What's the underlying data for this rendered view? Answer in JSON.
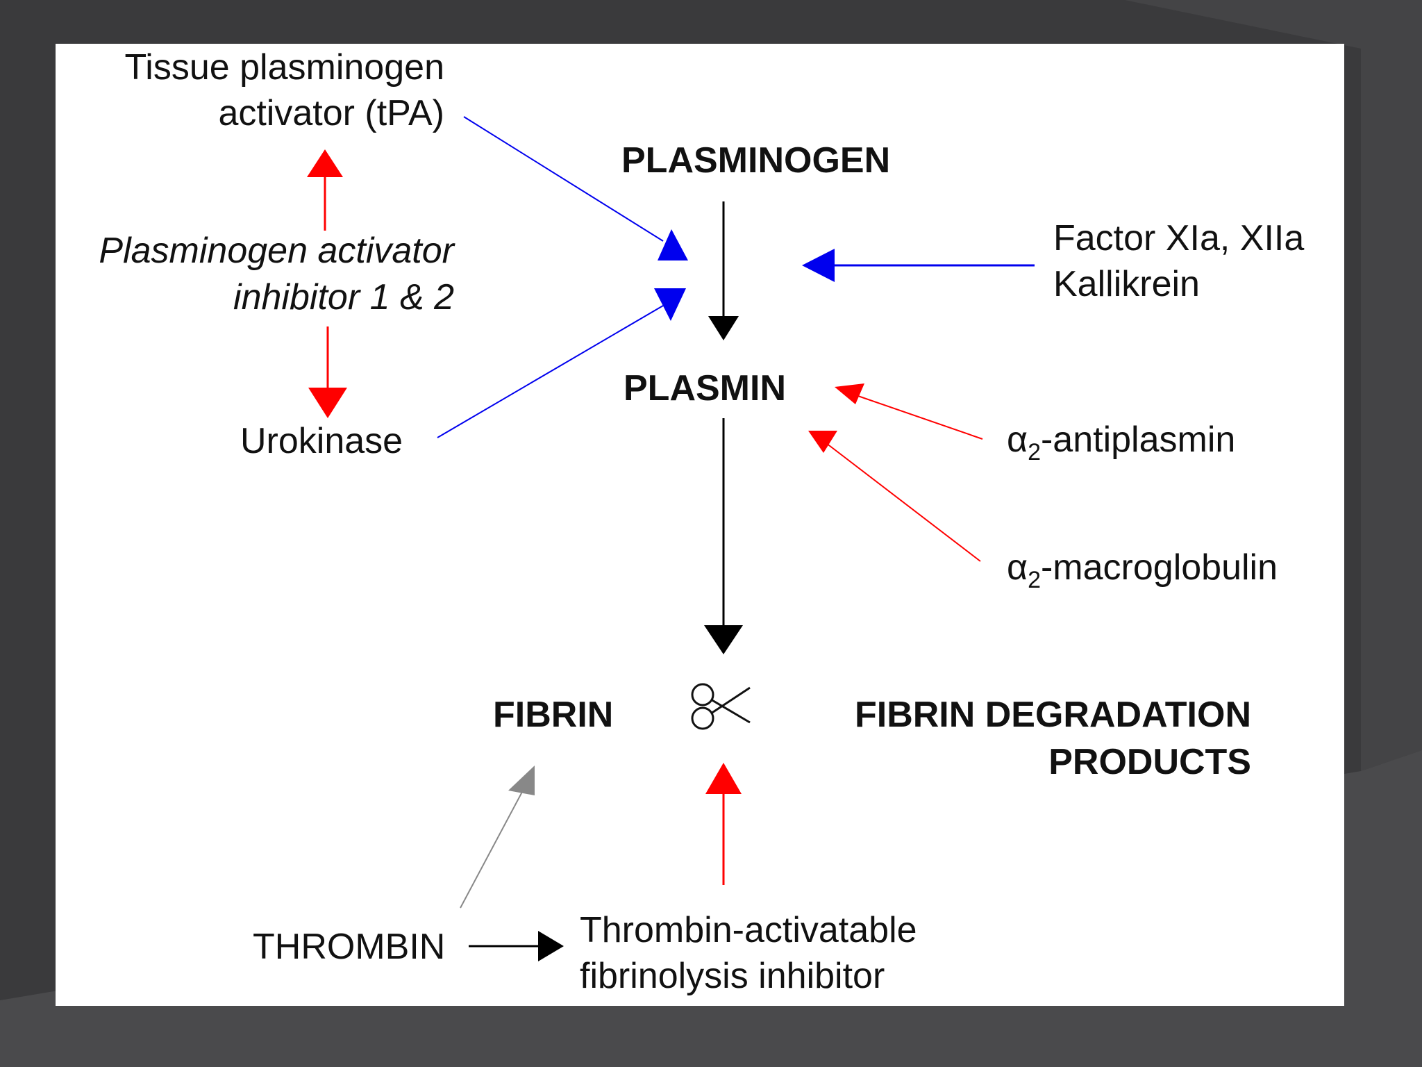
{
  "colors": {
    "activation": "#0000ee",
    "inhibition": "#ff0000",
    "cascade": "#000000",
    "thrombin_fibrin": "#888888"
  },
  "icons": {
    "cleavage": "scissors-icon"
  },
  "nodes": {
    "tpa_line1": "Tissue plasminogen",
    "tpa_line2": "activator (tPA)",
    "pai_line1": "Plasminogen activator",
    "pai_line2": "inhibitor 1 & 2",
    "urokinase": "Urokinase",
    "plasminogen": "PLASMINOGEN",
    "plasmin": "PLASMIN",
    "factor_line1": "Factor XIa, XIIa",
    "factor_line2": "Kallikrein",
    "antiplasmin_greek": "α",
    "antiplasmin_sub": "2",
    "antiplasmin_name": "-antiplasmin",
    "macroglobulin_greek": "α",
    "macroglobulin_sub": "2",
    "macroglobulin_name": "-macroglobulin",
    "fibrin": "FIBRIN",
    "fdp_line1": "FIBRIN DEGRADATION",
    "fdp_line2": "PRODUCTS",
    "thrombin": "THROMBIN",
    "tafi_line1": "Thrombin-activatable",
    "tafi_line2": "fibrinolysis inhibitor"
  }
}
